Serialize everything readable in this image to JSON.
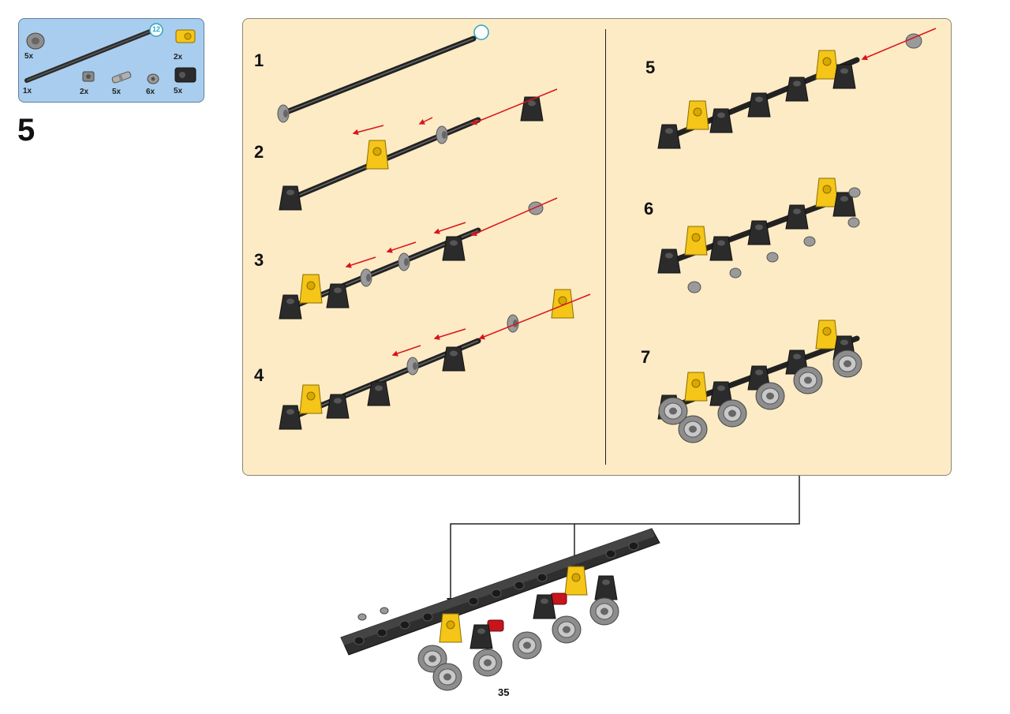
{
  "parts_list": {
    "items": [
      {
        "qty": "5x",
        "name": "bush-gray-icon"
      },
      {
        "qty": "1x",
        "name": "axle-12-icon"
      },
      {
        "qty": "2x",
        "name": "axle-pin-icon"
      },
      {
        "qty": "5x",
        "name": "connector-peg-icon"
      },
      {
        "qty": "6x",
        "name": "half-bush-icon"
      },
      {
        "qty": "2x",
        "name": "yellow-connector-icon"
      },
      {
        "qty": "5x",
        "name": "black-connector-icon"
      }
    ],
    "axle_length": "12"
  },
  "step": {
    "number": "5"
  },
  "callout": {
    "substeps": [
      "1",
      "2",
      "3",
      "4",
      "5",
      "6",
      "7"
    ],
    "axle_length": "12"
  },
  "page": {
    "number": "35"
  },
  "colors": {
    "parts_bg": "#a9cdee",
    "callout_bg": "#fcebc5",
    "arrow": "#d9141b",
    "yellow": "#f5c518",
    "black_part": "#2b2b2b",
    "gray_part": "#a0a0a0"
  }
}
